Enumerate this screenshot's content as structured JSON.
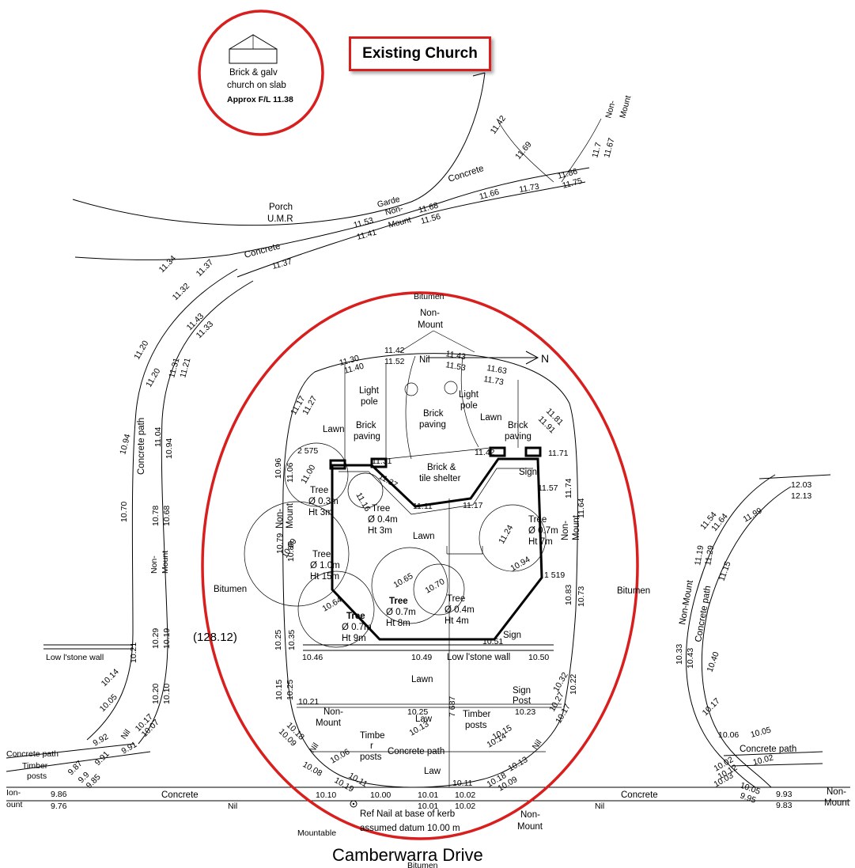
{
  "callout": {
    "title": "Existing Church"
  },
  "church": {
    "line1": "Brick & galv",
    "line2": "church on slab",
    "line3": "Approx F/L 11.38",
    "icon": "church-building-icon"
  },
  "street": {
    "name": "Camberwarra Drive",
    "below": "Bitumen"
  },
  "datum": {
    "line1": "Ref Nail at base of kerb",
    "line2": "assumed datum 10.00 m"
  },
  "north_label": "N",
  "area_label": "(128.12)",
  "labels": {
    "porch": "Porch",
    "umr": "U.M.R",
    "concrete": "Concrete",
    "concrete_path": "Concrete path",
    "garden": "Garde",
    "non_dash": "Non-",
    "mount": "Mount",
    "non_mount": "Non-Mount",
    "bitumen": "Bitumen",
    "lawn": "Lawn",
    "light_pole": "Light",
    "pole": "pole",
    "brick": "Brick",
    "paving": "paving",
    "shelter1": "Brick &",
    "shelter2": "tile shelter",
    "sign": "Sign",
    "sign_post1": "Sign",
    "sign_post2": "Post",
    "nil": "Nil",
    "law": "Law",
    "timber": "Timber",
    "posts": "posts",
    "timbe": "Timbe",
    "r": "r",
    "low_wall": "Low l'stone wall",
    "mountable": "Mountable",
    "ion": "Ion-",
    "ount": "ount",
    "timber_posts_left1": "Timber",
    "timber_posts_left2": "posts"
  },
  "trees": [
    {
      "d": "Ø 0.3m",
      "h": "Ht 3m",
      "title": "Tree"
    },
    {
      "d": "Ø 0.4m",
      "h": "Ht 3m",
      "title": "Tree"
    },
    {
      "d": "Ø 0.7m",
      "h": "Ht 7m",
      "title": "Tree"
    },
    {
      "d": "Ø 1.0m",
      "h": "Ht 15m",
      "title": "Tree"
    },
    {
      "d": "Ø 0.7m",
      "h": "Ht 9m",
      "title": "Tree"
    },
    {
      "d": "Ø 0.7m",
      "h": "Ht 8m",
      "title": "Tree"
    },
    {
      "d": "Ø 0.4m",
      "h": "Ht 4m",
      "title": "Tree"
    }
  ],
  "levels": {
    "l1142": "11.42",
    "l1169": "11.69",
    "l1186": "11.86",
    "l1175": "11.75",
    "l1173": "11.73",
    "l1166": "11.66",
    "l117": "11.7",
    "l1167": "11.67",
    "l1168": "11.68",
    "l1156": "11.56",
    "l1153": "11.53",
    "l1141": "11.41",
    "l1137a": "11.37",
    "l1134": "11.34",
    "l1137b": "11.37",
    "l1132": "11.32",
    "l1143": "11.43",
    "l1133": "11.33",
    "l1120a": "11.20",
    "l1120b": "11.20",
    "l1131": "11.31",
    "l1121": "11.21",
    "l1094a": "10.94",
    "l1104": "11.04",
    "l1094b": "10.94",
    "l1070": "10.70",
    "l1078": "10.78",
    "l1068": "10.68",
    "l1029": "10.29",
    "l1019": "10.19",
    "l1021": "10.21",
    "l1014": "10.14",
    "l1005": "10.05",
    "l1020": "10.20",
    "l1010": "10.10",
    "l992": "9.92",
    "l1017": "10.17",
    "l1007": "10.07",
    "l991a": "9.91",
    "l991b": "9.91",
    "l986": "9.86",
    "l976": "9.76",
    "l985": "9.85",
    "l987": "9.87",
    "l99": "9.9",
    "l1130": "11.30",
    "l1140": "11.40",
    "l1142b": "11.42",
    "l1152": "11.52",
    "l1143b": "11.43",
    "l1153b": "11.53",
    "l1163": "11.63",
    "l1173b": "11.73",
    "l1181": "11.81",
    "l1191": "11.91",
    "l1117": "11.17",
    "l1127": "11.27",
    "l1096": "10.96",
    "l1106": "11.06",
    "l1100": "11.00",
    "l2575": "2 575",
    "l1131b": "11.31",
    "l1137c": "11.37",
    "l1111": "11.11",
    "l1117b": "11.17",
    "l1142c": "11.42",
    "l1171": "11.71",
    "l1157": "11.57",
    "l1174": "11.74",
    "l1164": "11.64",
    "l1116": "11.16",
    "l1124": "11.24",
    "l1094c": "10.94",
    "l1089": "10.89",
    "l1079": "10.79",
    "l1099": "10.99",
    "l1065": "10.65",
    "l1070b": "10.70",
    "l1064": "10.64",
    "l1519": "1 519",
    "l1083": "10.83",
    "l1073": "10.73",
    "l1025": "10.25",
    "l1035": "10.35",
    "l1046": "10.46",
    "l1049": "10.49",
    "l1050": "10.50",
    "l1051": "10.51",
    "l1015": "10.15",
    "l1025b": "10.25",
    "l1021b": "10.21",
    "l1025c": "10.25",
    "l7687": "7 687",
    "l1023": "10.23",
    "l1032": "10.32",
    "l1022": "10.22",
    "l1027": "10.27",
    "l1017b": "10.17",
    "l1018": "10.18",
    "l1009": "10.09",
    "l1013": "10.13",
    "l1014b": "10.14",
    "l1015b": "10.15",
    "l1008": "10.08",
    "l1006": "10.06",
    "l1011": "10.11",
    "l1019b": "10.19",
    "l1010b": "10.10",
    "l1000": "10.00",
    "l1001a": "10.01",
    "l1001b": "10.01",
    "l1002a": "10.02",
    "l1002b": "10.02",
    "l1011b": "10.11",
    "l1018b": "10.18",
    "l1009b": "10.09",
    "l1013b": "10.13",
    "l1203": "12.03",
    "l1213": "12.13",
    "l1154": "11.54",
    "l1164b": "11.64",
    "l1199": "11.99",
    "l1119": "11.19",
    "l1129": "11.29",
    "l1115": "11.15",
    "l1033": "10.33",
    "l1043": "10.43",
    "l1040": "10.40",
    "l1017c": "10.17",
    "l1006b": "10.06",
    "l1005b": "10.05",
    "l1002c": "10.02",
    "l1012": "10.12",
    "l1003": "10.03",
    "l1005c": "10.05",
    "l995": "9.95",
    "l993": "9.93",
    "l983": "9.83",
    "l1002d": "10.02"
  }
}
